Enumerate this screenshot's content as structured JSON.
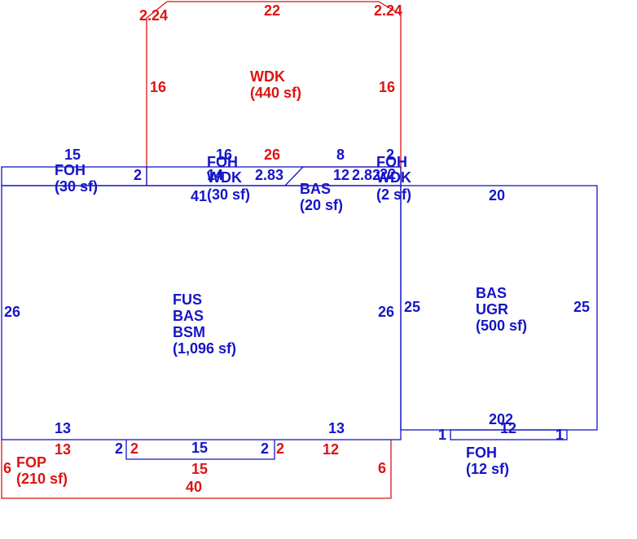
{
  "colors": {
    "blue": "#1515c8",
    "red": "#dc1414",
    "background": "#ffffff"
  },
  "areas": {
    "wdk_top": {
      "name": "WDK",
      "area": "(440 sf)"
    },
    "foh_left": {
      "name": "FOH",
      "area": "(30 sf)"
    },
    "foh_wdk_center": {
      "name1": "FOH",
      "name2": "WDK",
      "area": "(30 sf)"
    },
    "bas_small": {
      "name": "BAS",
      "area": "(20 sf)"
    },
    "foh_wdk_right": {
      "name1": "FOH",
      "name2": "WDK",
      "area": "(2 sf)"
    },
    "main": {
      "name1": "FUS",
      "name2": "BAS",
      "name3": "BSM",
      "area": "(1,096 sf)"
    },
    "bas_ugr": {
      "name1": "BAS",
      "name2": "UGR",
      "area": "(500 sf)"
    },
    "fop": {
      "name": "FOP",
      "area": "(210 sf)"
    },
    "foh_bottom": {
      "name": "FOH",
      "area": "(12 sf)"
    }
  },
  "dims": {
    "wdk_corner_left": "2.24",
    "wdk_top": "22",
    "wdk_corner_right": "2.24",
    "wdk_left": "16",
    "wdk_right": "16",
    "foh_left_top": "15",
    "foh_left_side": "2",
    "center_top_blue": "16",
    "center_top_red": "26",
    "center_14": "14",
    "center_41": "41",
    "diag_283": "2.83",
    "bas_8": "8",
    "bas_12": "12",
    "bas_282": "2.82",
    "right_2": "2",
    "right_22": "22",
    "main_left": "26",
    "main_right": "26",
    "main_bottom_left": "13",
    "main_bottom_right": "13",
    "ugr_top": "20",
    "ugr_left": "25",
    "ugr_right": "25",
    "ugr_bottom": "202",
    "fop_13": "13",
    "fop_2a_blue": "2",
    "fop_2a_red": "2",
    "fop_15_blue": "15",
    "fop_2b_blue": "2",
    "fop_2b_red": "2",
    "fop_12": "12",
    "fop_left": "6",
    "fop_right": "6",
    "fop_15_red": "15",
    "fop_40": "40",
    "foh_b_12": "12",
    "foh_b_1_left": "1",
    "foh_b_1_right": "1"
  }
}
